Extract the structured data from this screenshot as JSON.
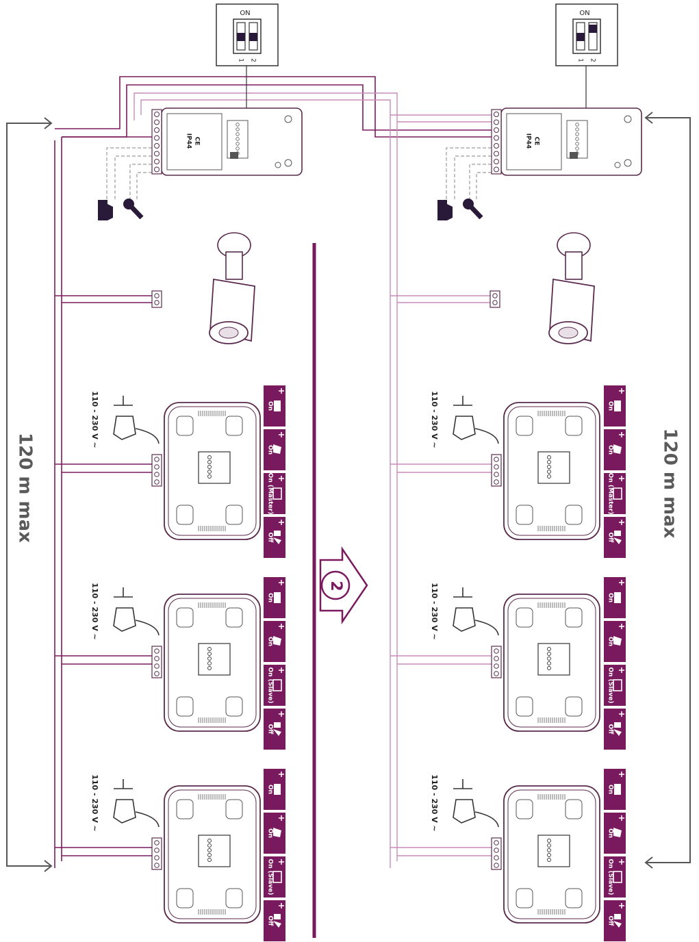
{
  "colors": {
    "brand": "#7a1a5e",
    "wire_dark": "#7a1a5e",
    "wire_light": "#c98cba",
    "wire_grey": "#9a9a9a",
    "outline": "#5a2a4e",
    "arrow": "#555555"
  },
  "distance": {
    "left_label": "120 m max",
    "right_label": "120 m max"
  },
  "dip_switch": {
    "on_label": "ON",
    "pos1_label": "1",
    "pos2_label": "2"
  },
  "outdoor_panel": {
    "rating_text": "IP44",
    "ce_mark": "CE"
  },
  "power_label": "110 - 230 V ~",
  "step_badge": "2",
  "icons": [
    "dip-switch-icon",
    "outdoor-panel-icon",
    "door-lock-icon",
    "key-icon",
    "camera-icon",
    "power-adapter-icon",
    "indoor-monitor-icon",
    "outdoor-station-icon",
    "sleep-icon",
    "arrow-icon"
  ],
  "monitors": [
    {
      "role": "master",
      "switch_rows": [
        {
          "label": "On",
          "icon": "outdoor-station-icon"
        },
        {
          "label": "On",
          "icon": "camera-icon"
        },
        {
          "label": "On (Master)",
          "icon": "indoor-monitor-icon"
        },
        {
          "label": "Off",
          "icon": "sleep-icon"
        }
      ]
    },
    {
      "role": "slave",
      "switch_rows": [
        {
          "label": "On",
          "icon": "outdoor-station-icon"
        },
        {
          "label": "On",
          "icon": "camera-icon"
        },
        {
          "label": "On (Slave)",
          "icon": "indoor-monitor-icon"
        },
        {
          "label": "Off",
          "icon": "sleep-icon"
        }
      ]
    },
    {
      "role": "slave",
      "switch_rows": [
        {
          "label": "On",
          "icon": "outdoor-station-icon"
        },
        {
          "label": "On",
          "icon": "camera-icon"
        },
        {
          "label": "On (Slave)",
          "icon": "indoor-monitor-icon"
        },
        {
          "label": "Off",
          "icon": "sleep-icon"
        }
      ]
    }
  ]
}
